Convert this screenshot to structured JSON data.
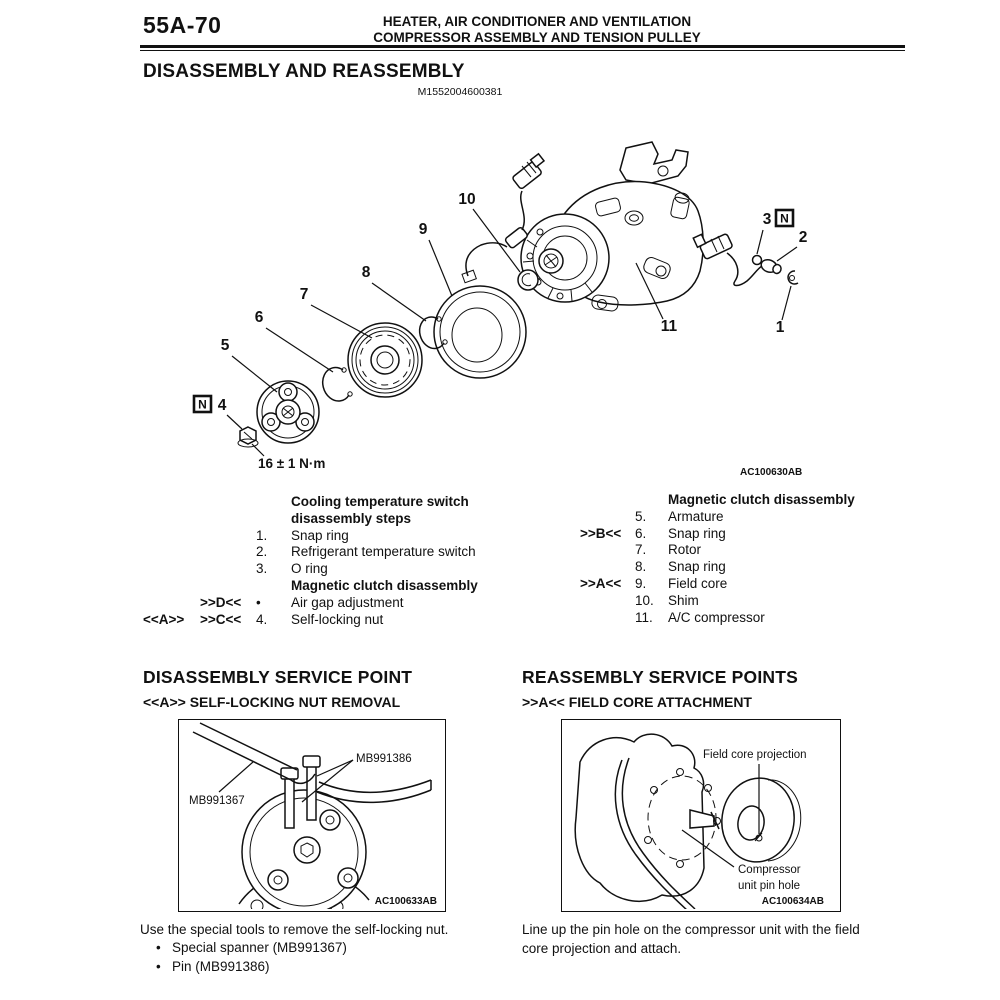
{
  "page": {
    "number": "55A-70",
    "title_line1": "HEATER, AIR CONDITIONER AND VENTILATION",
    "title_line2": "COMPRESSOR ASSEMBLY AND TENSION PULLEY"
  },
  "section": {
    "title": "DISASSEMBLY AND REASSEMBLY",
    "doc_code": "M1552004600381"
  },
  "diagram": {
    "figure_code": "AC100630AB",
    "torque": "16 ± 1 N·m",
    "n_mark": "N",
    "callouts": {
      "c1": "1",
      "c2": "2",
      "c3": "3",
      "c4": "4",
      "c5": "5",
      "c6": "6",
      "c7": "7",
      "c8": "8",
      "c9": "9",
      "c10": "10",
      "c11": "11"
    }
  },
  "left_list": {
    "rows": [
      {
        "m1": "",
        "m2": "",
        "num": "",
        "label": "Cooling temperature switch"
      },
      {
        "m1": "",
        "m2": "",
        "num": "",
        "label": "disassembly steps"
      },
      {
        "m1": "",
        "m2": "",
        "num": "1.",
        "label": "Snap ring"
      },
      {
        "m1": "",
        "m2": "",
        "num": "2.",
        "label": "Refrigerant temperature switch"
      },
      {
        "m1": "",
        "m2": "",
        "num": "3.",
        "label": "O ring"
      },
      {
        "m1": "",
        "m2": "",
        "num": "",
        "label": "Magnetic clutch disassembly"
      },
      {
        "m1": "",
        "m2": ">>D<<",
        "num": "•",
        "label": "Air gap adjustment"
      },
      {
        "m1": "<<A>>",
        "m2": ">>C<<",
        "num": "4.",
        "label": "Self-locking nut"
      }
    ]
  },
  "right_list": {
    "rows": [
      {
        "m": "",
        "num": "",
        "label": "Magnetic clutch disassembly"
      },
      {
        "m": "",
        "num": "5.",
        "label": "Armature"
      },
      {
        "m": ">>B<<",
        "num": "6.",
        "label": "Snap ring"
      },
      {
        "m": "",
        "num": "7.",
        "label": "Rotor"
      },
      {
        "m": "",
        "num": "8.",
        "label": "Snap ring"
      },
      {
        "m": ">>A<<",
        "num": "9.",
        "label": "Field core"
      },
      {
        "m": "",
        "num": "10.",
        "label": "Shim"
      },
      {
        "m": "",
        "num": "11.",
        "label": "A/C compressor"
      }
    ]
  },
  "disassembly_service": {
    "title": "DISASSEMBLY SERVICE POINT",
    "subtitle": "<<A>> SELF-LOCKING NUT REMOVAL",
    "figure_code": "AC100633AB",
    "label_pin": "MB991386",
    "label_spanner": "MB991367",
    "body": "Use the special tools to remove the self-locking nut.",
    "bullets": [
      {
        "marker": "•",
        "text": "Special spanner (MB991367)"
      },
      {
        "marker": "•",
        "text": "Pin (MB991386)"
      }
    ]
  },
  "reassembly_service": {
    "title": "REASSEMBLY SERVICE POINTS",
    "subtitle": ">>A<< FIELD CORE ATTACHMENT",
    "figure_code": "AC100634AB",
    "label_projection": "Field core projection",
    "label_pinhole_line1": "Compressor",
    "label_pinhole_line2": "unit pin hole",
    "body": "Line up the pin hole on the compressor unit with the field core projection and attach."
  }
}
